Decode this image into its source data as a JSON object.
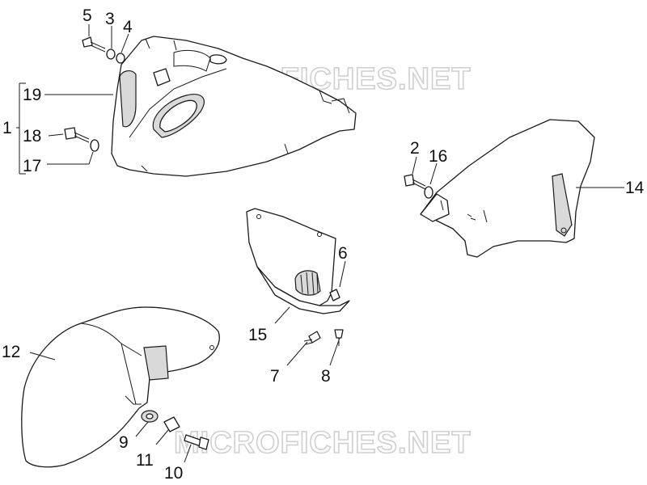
{
  "watermark_text": "MICROFICHES.NET",
  "callouts": {
    "c1": "1",
    "c2": "2",
    "c3": "3",
    "c4": "4",
    "c5": "5",
    "c6": "6",
    "c7": "7",
    "c8": "8",
    "c9": "9",
    "c10": "10",
    "c11": "11",
    "c12": "12",
    "c14": "14",
    "c15": "15",
    "c16": "16",
    "c17": "17",
    "c18": "18",
    "c19": "19"
  },
  "colors": {
    "line": "#1a1a1a",
    "watermark": "#cfcfcf",
    "background": "#ffffff"
  }
}
